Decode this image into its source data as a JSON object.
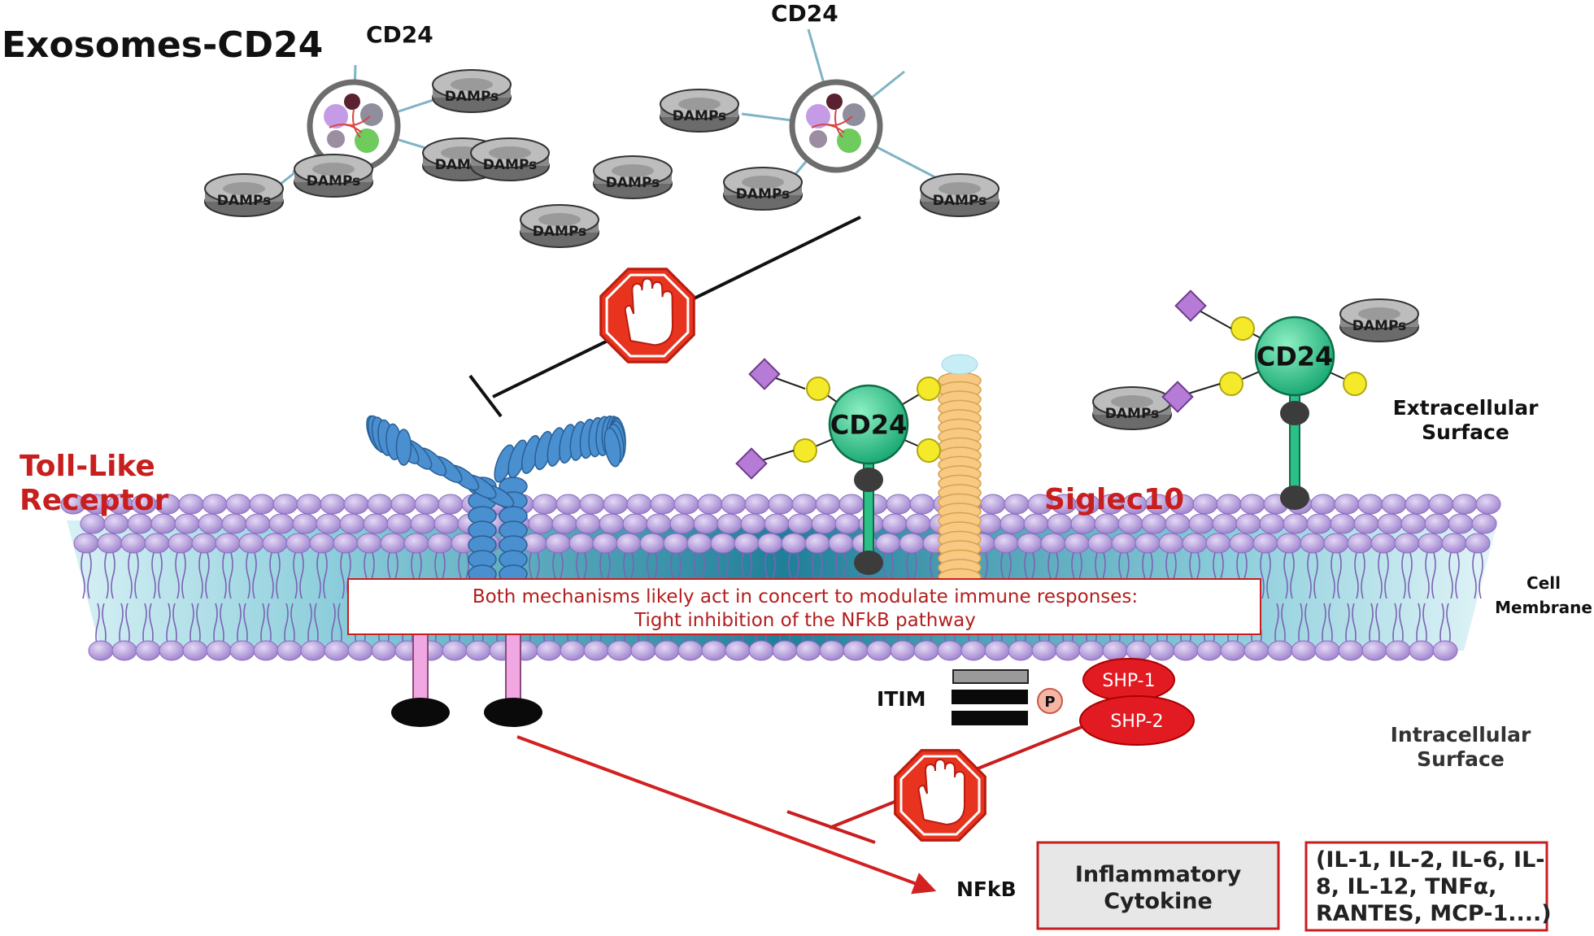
{
  "title": "Exosomes-CD24",
  "cd24_labels": {
    "exosome_left": "CD24",
    "exosome_right": "CD24",
    "membrane_middle": "CD24",
    "membrane_right": "CD24"
  },
  "damps_label": "DAMPs",
  "receptors": {
    "tlr": "Toll-Like\nReceptor",
    "siglec": "Siglec10"
  },
  "regions": {
    "extracellular": "Extracellular\nSurface",
    "membrane": "Cell\nMembrane",
    "intracellular": "Intracellular\nSurface"
  },
  "membrane_banner": {
    "line1": "Both mechanisms likely act in concert to modulate immune responses:",
    "line2": "Tight inhibition of the NFkB pathway"
  },
  "signaling": {
    "itim": "ITIM",
    "phospho": "P",
    "shp1": "SHP-1",
    "shp2": "SHP-2",
    "nfkb": "NFkB"
  },
  "outputs": {
    "cytokine_box": "Inflammatory\nCytokine",
    "cytokine_list": "(IL-1, IL-2, IL-6, IL-\n8, IL-12, TNFα,\nRANTES, MCP-1....)"
  },
  "colors": {
    "red": "#d42020",
    "cd24_green": "#2cbf86",
    "tlr_blue": "#4a8fd0",
    "siglec_orange": "#f7c982",
    "lipid_purple": "#b59ddd",
    "membrane_teal": "#2a8ea6"
  }
}
